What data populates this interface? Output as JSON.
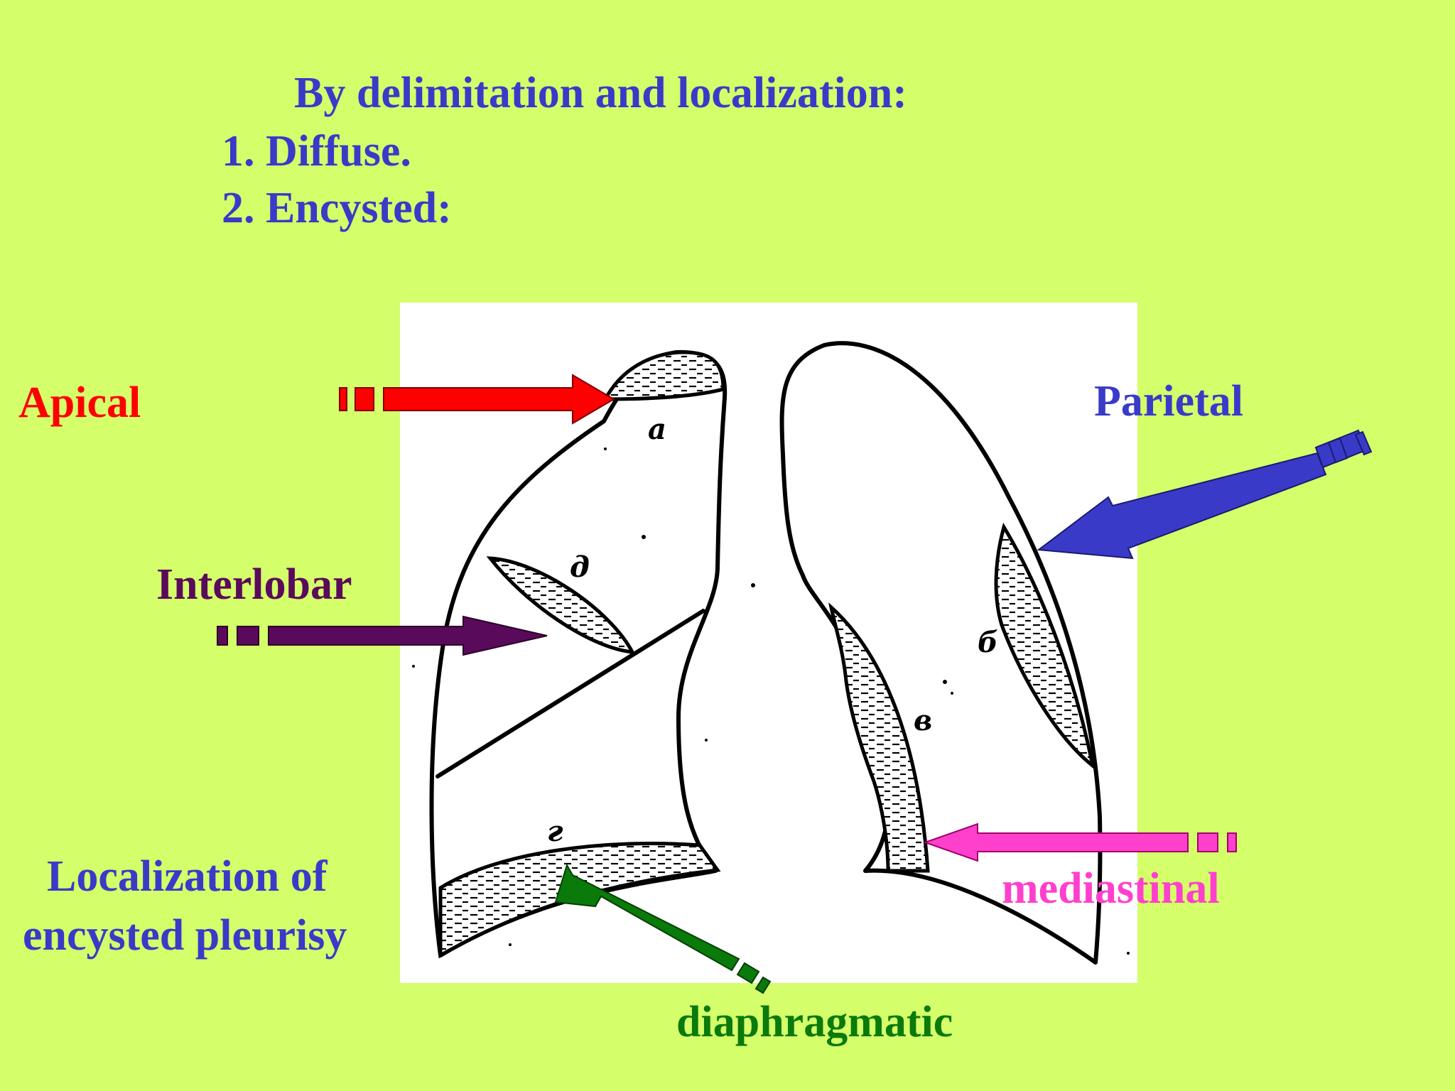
{
  "heading": {
    "title": "By delimitation and localization:",
    "item1": "1. Diffuse.",
    "item2": "2. Encysted:"
  },
  "labels": {
    "apical": "Apical",
    "parietal": "Parietal",
    "interlobar": "Interlobar",
    "mediastinal": "mediastinal",
    "diaphragmatic": "diaphragmatic",
    "caption_line1": "Localization of",
    "caption_line2": "encysted pleurisy"
  },
  "diagram_letters": {
    "a": "а",
    "b": "б",
    "v": "в",
    "g": "г",
    "d": "д"
  },
  "colors": {
    "background": "#d4ff6a",
    "heading": "#3a3ac8",
    "apical": "#ff0000",
    "parietal": "#3a3ac8",
    "interlobar": "#5a0a5a",
    "mediastinal": "#ff40cc",
    "diaphragmatic": "#0a7a0a",
    "caption": "#3a3ac8"
  }
}
